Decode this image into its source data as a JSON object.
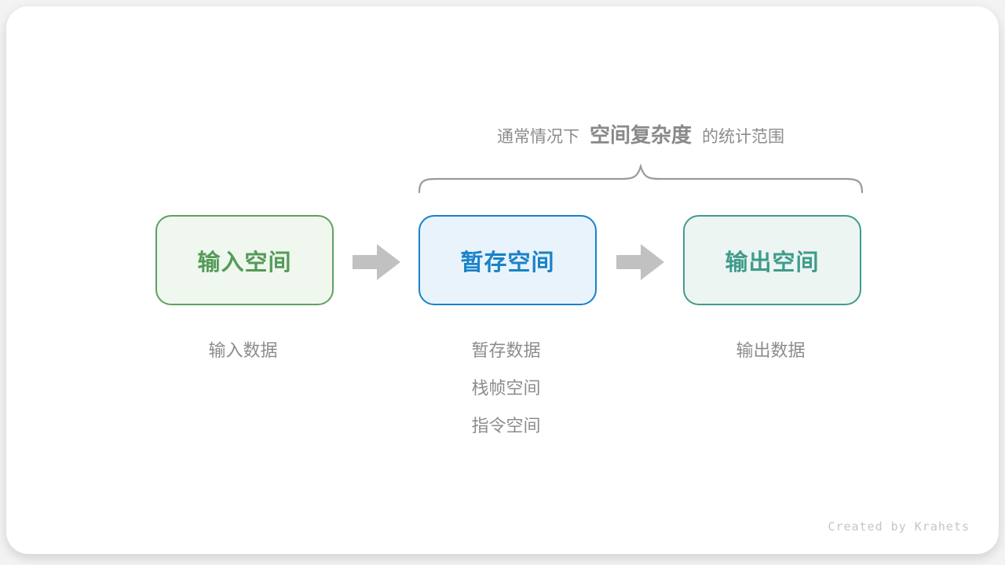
{
  "page": {
    "background_color": "#f3f3f3",
    "card_background_color": "#ffffff"
  },
  "caption": {
    "prefix": "通常情况下",
    "highlight": "空间复杂度",
    "suffix": "的统计范围",
    "text_color": "#8c8c8c"
  },
  "brace": {
    "color": "#9a9a9a"
  },
  "arrow": {
    "color": "#c1c1c1"
  },
  "boxes": [
    {
      "id": "input-space",
      "label": "输入空间",
      "border_color": "#5fa161",
      "background_color": "#eff7ee",
      "text_color": "#549b58",
      "notes": [
        "输入数据"
      ]
    },
    {
      "id": "temp-space",
      "label": "暂存空间",
      "border_color": "#1b80c9",
      "background_color": "#e8f3fc",
      "text_color": "#1a82c8",
      "notes": [
        "暂存数据",
        "栈帧空间",
        "指令空间"
      ]
    },
    {
      "id": "output-space",
      "label": "输出空间",
      "border_color": "#3f9c8c",
      "background_color": "#edf5f2",
      "text_color": "#3f9c8c",
      "notes": [
        "输出数据"
      ]
    }
  ],
  "footer": {
    "credit": "Created by Krahets"
  }
}
